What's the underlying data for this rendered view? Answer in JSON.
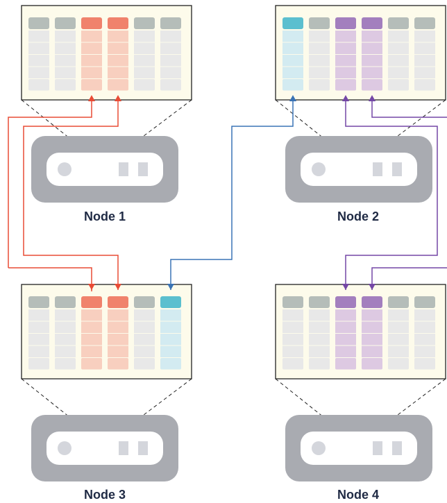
{
  "colors": {
    "background": "#ffffff",
    "table_fill": "#fdfbeb",
    "table_border": "#222222",
    "header_gray": "#b5bdb9",
    "cell_gray": "#e8e8e8",
    "red_header": "#f0826c",
    "red_cell": "#f8cfbf",
    "blue_header": "#5bbfcf",
    "blue_cell": "#d3ebf1",
    "purple_header": "#a37fbe",
    "purple_cell": "#ddc9e2",
    "server_body": "#a9abb1",
    "server_slot": "#ffffff",
    "server_light": "#d4d6dc",
    "red_arrow": "#e94b35",
    "blue_arrow": "#3a73b5",
    "purple_arrow": "#7447a6",
    "label": "#1f2a44"
  },
  "nodes": [
    {
      "label": "Node 1",
      "column_colors": [
        "gray",
        "gray",
        "red",
        "red",
        "gray",
        "gray"
      ]
    },
    {
      "label": "Node 2",
      "column_colors": [
        "blue",
        "gray",
        "purple",
        "purple",
        "gray",
        "gray"
      ]
    },
    {
      "label": "Node 3",
      "column_colors": [
        "gray",
        "gray",
        "red",
        "red",
        "gray",
        "blue"
      ]
    },
    {
      "label": "Node 4",
      "column_colors": [
        "gray",
        "gray",
        "purple",
        "purple",
        "gray",
        "gray"
      ]
    }
  ],
  "connections": [
    {
      "from": "Node 3 column 3",
      "to": "Node 1 column 3",
      "color": "red"
    },
    {
      "from": "Node 1 column 4",
      "to": "Node 3 column 4",
      "color": "red"
    },
    {
      "from": "Node 3 column 6",
      "to": "Node 2 column 1",
      "color": "blue"
    },
    {
      "from": "Node 2 column 3",
      "to": "Node 4 column 4",
      "color": "purple"
    },
    {
      "from": "Node 2 column 4",
      "to": "Node 4 column 3",
      "color": "purple"
    }
  ],
  "icons": {
    "server": "server-icon",
    "power_light": "power-light-icon",
    "drive_bay": "drive-bay-icon"
  }
}
